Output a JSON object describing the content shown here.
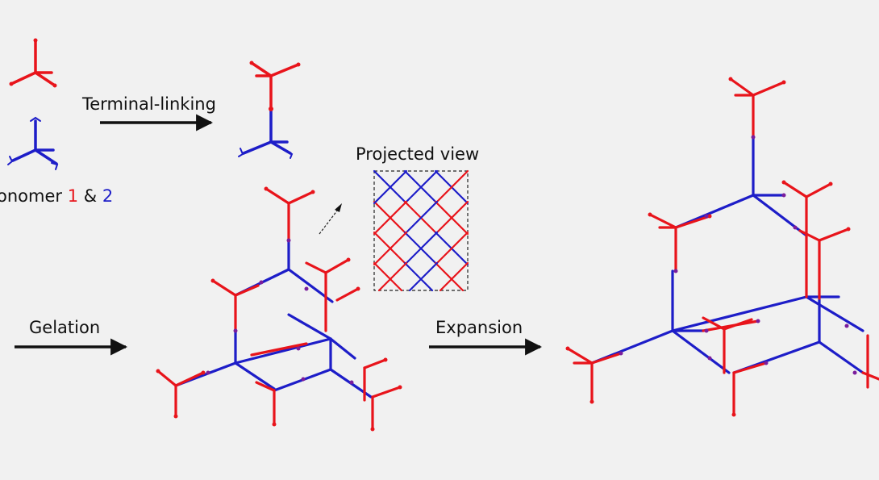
{
  "labels": {
    "terminal_linking": "Terminal-linking",
    "projected_view": "Projected view",
    "monomer_prefix": "onomer ",
    "monomer_one": "1",
    "monomer_amp": " & ",
    "monomer_two": "2",
    "gelation": "Gelation",
    "expansion": "Expansion"
  },
  "colors": {
    "monomer_1": "#e8141b",
    "monomer_2": "#1d1dc8",
    "arrow": "#111111",
    "dash": "#222222",
    "background": "#f1f1f1"
  },
  "icons": {
    "process_arrow": "right-arrow",
    "viewing_direction": "dashed-arrow"
  }
}
